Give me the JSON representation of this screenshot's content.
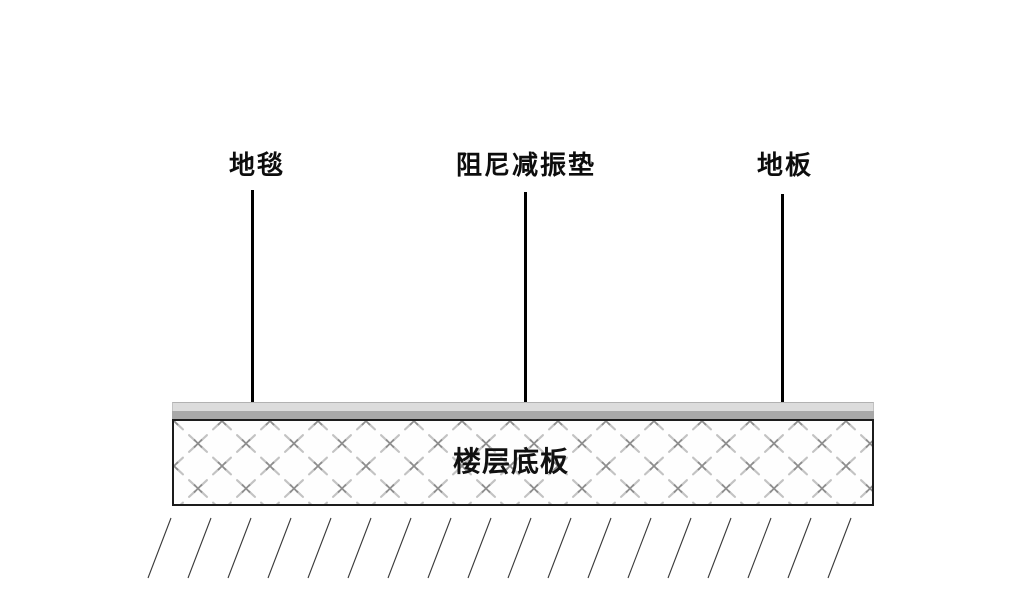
{
  "diagram": {
    "labels": {
      "carpet": "地毯",
      "damping_pad": "阻尼减振垫",
      "floor": "地板",
      "slab": "楼层底板"
    },
    "colors": {
      "carpet_layer": "#dcdcdc",
      "damping_layer": "#a8a8a8",
      "slab_border": "#1c1c1c",
      "pattern_dash": "#c3c3c3",
      "pattern_mark": "#8d8d8d",
      "leader_line": "#000000",
      "ground_line": "#3a3a3a",
      "background": "#ffffff"
    }
  }
}
